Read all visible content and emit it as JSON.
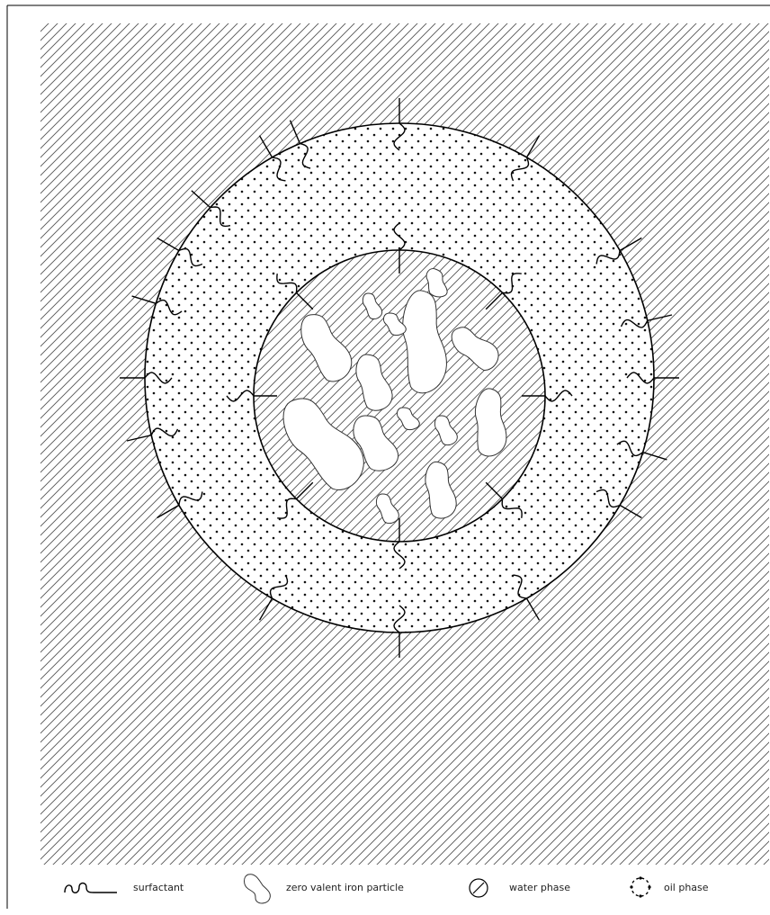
{
  "legend": {
    "surfactant": "surfactant",
    "iron": "zero valent iron particle",
    "water": "water phase",
    "oil": "oil phase"
  },
  "icons": {
    "surfactant": "surfactant-icon",
    "iron": "iron-particle-icon",
    "water": "water-phase-icon",
    "oil": "oil-phase-icon"
  },
  "colors": {
    "line": "#000000",
    "hatch": "#555555",
    "background": "#ffffff"
  }
}
